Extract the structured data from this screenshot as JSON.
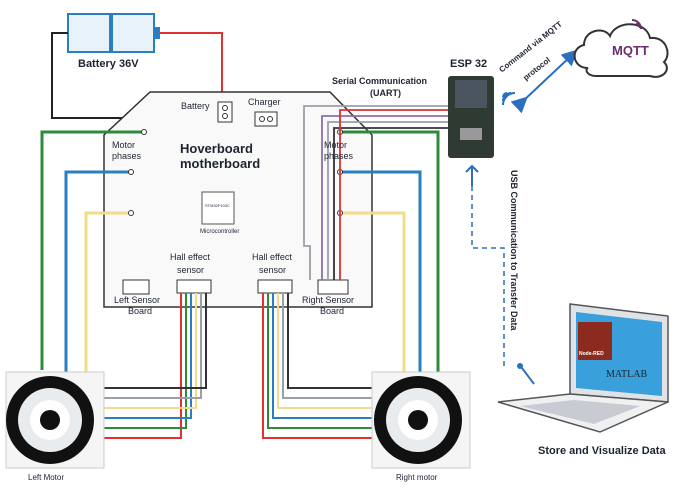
{
  "labels": {
    "battery": "Battery 36V",
    "battery_port": "Battery",
    "charger": "Charger",
    "board_title_1": "Hoverboard",
    "board_title_2": "motherboard",
    "motor_phases_left_1": "Motor",
    "motor_phases_left_2": "phases",
    "motor_phases_right_1": "Motor",
    "motor_phases_right_2": "phases",
    "mcu_chip": "STM32F103C",
    "mcu_caption": "Microcontroller",
    "hall_left_1": "Hall effect",
    "hall_left_2": "sensor",
    "hall_right_1": "Hall effect",
    "hall_right_2": "sensor",
    "left_sensor_board_1": "Left Sensor",
    "left_sensor_board_2": "Board",
    "right_sensor_board_1": "Right Sensor",
    "right_sensor_board_2": "Board",
    "esp32": "ESP 32",
    "serial_1": "Serial Communication",
    "serial_2": "(UART)",
    "mqtt_cmd_1": "Command via MQTT",
    "mqtt_cmd_2": "protocol",
    "mqtt": "MQTT",
    "usb_comm": "USB Communication to Transfer Data",
    "node_red": "Node-RED",
    "matlab": "MATLAB",
    "store": "Store and Visualize Data",
    "left_motor": "Left Motor",
    "right_motor": "Right motor"
  },
  "colors": {
    "wire_red": "#e03030",
    "wire_green": "#2e8b3a",
    "wire_blue": "#2a7fc0",
    "wire_yellow": "#f2dc8a",
    "wire_black": "#222222",
    "wire_gray": "#9aa0a8",
    "wire_purple": "#8b6fa8",
    "battery_fill": "#e8f2fb",
    "battery_stroke": "#2a7fc0",
    "mqtt_purple": "#6b2d6b",
    "laptop_screen": "#3aa0dc",
    "esp_board": "#2f3a33"
  },
  "icons": [
    "wifi-icon",
    "usb-icon",
    "cloud-icon",
    "laptop-icon"
  ]
}
